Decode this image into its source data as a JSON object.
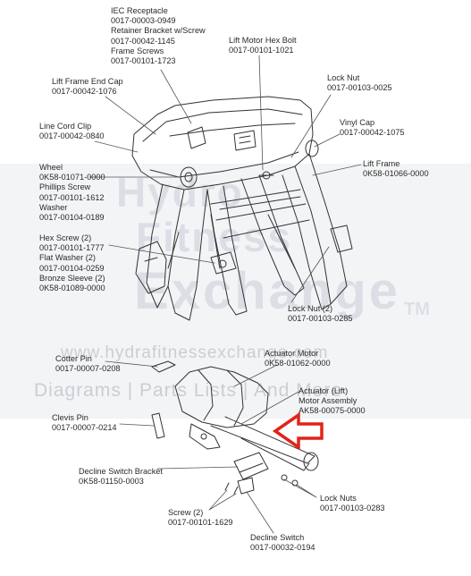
{
  "watermark": {
    "lines": [
      "Hydro",
      "Fitness",
      "Exchange"
    ],
    "tm": "TM",
    "url": "www.hydrafitnessexchange.com",
    "tagline": "Diagrams | Parts Lists | And More"
  },
  "colors": {
    "line": "#333333",
    "arrow": "#e2231a",
    "watermark": "#c9cfd8",
    "band": "#e9ebee"
  },
  "labels": [
    {
      "id": "iec-receptacle",
      "lines": [
        "IEC Receptacle",
        "0017-00003-0949",
        "Retainer Bracket w/Screw",
        "0017-00042-1145",
        "Frame Screws",
        "0017-00101-1723"
      ]
    },
    {
      "id": "lift-motor-hex-bolt",
      "lines": [
        "Lift Motor Hex Bolt",
        "0017-00101-1021"
      ]
    },
    {
      "id": "lock-nut",
      "lines": [
        "Lock Nut",
        "0017-00103-0025"
      ]
    },
    {
      "id": "lift-frame-end-cap",
      "lines": [
        "Lift Frame End Cap",
        "0017-00042-1076"
      ]
    },
    {
      "id": "vinyl-cap",
      "lines": [
        "Vinyl Cap",
        "0017-00042-1075"
      ]
    },
    {
      "id": "line-cord-clip",
      "lines": [
        "Line Cord Clip",
        "0017-00042-0840"
      ]
    },
    {
      "id": "lift-frame",
      "lines": [
        "Lift Frame",
        "0K58-01066-0000"
      ]
    },
    {
      "id": "wheel",
      "lines": [
        "Wheel",
        "0K58-01071-0000",
        "Phillips Screw",
        "0017-00101-1612",
        "Washer",
        "0017-00104-0189"
      ]
    },
    {
      "id": "hex-screw",
      "lines": [
        "Hex Screw (2)",
        "0017-00101-1777",
        "Flat Washer (2)",
        "0017-00104-0259",
        "Bronze Sleeve (2)",
        "0K58-01089-0000"
      ]
    },
    {
      "id": "lock-nut-2",
      "lines": [
        "Lock Nut (2)",
        "0017-00103-0285"
      ]
    },
    {
      "id": "cotter-pin",
      "lines": [
        "Cotter Pin",
        "0017-00007-0208"
      ]
    },
    {
      "id": "actuator-motor",
      "lines": [
        "Actuator Motor",
        "0K58-01062-0000"
      ]
    },
    {
      "id": "actuator-lift",
      "lines": [
        "Actuator (Lift)",
        "Motor Assembly",
        "AK58-00075-0000"
      ]
    },
    {
      "id": "clevis-pin",
      "lines": [
        "Clevis Pin",
        "0017-00007-0214"
      ]
    },
    {
      "id": "decline-switch-bracket",
      "lines": [
        "Decline Switch Bracket",
        "0K58-01150-0003"
      ]
    },
    {
      "id": "lock-nuts",
      "lines": [
        "Lock Nuts",
        "0017-00103-0283"
      ]
    },
    {
      "id": "screw-2",
      "lines": [
        "Screw (2)",
        "0017-00101-1629"
      ]
    },
    {
      "id": "decline-switch",
      "lines": [
        "Decline Switch",
        "0017-00032-0194"
      ]
    }
  ]
}
